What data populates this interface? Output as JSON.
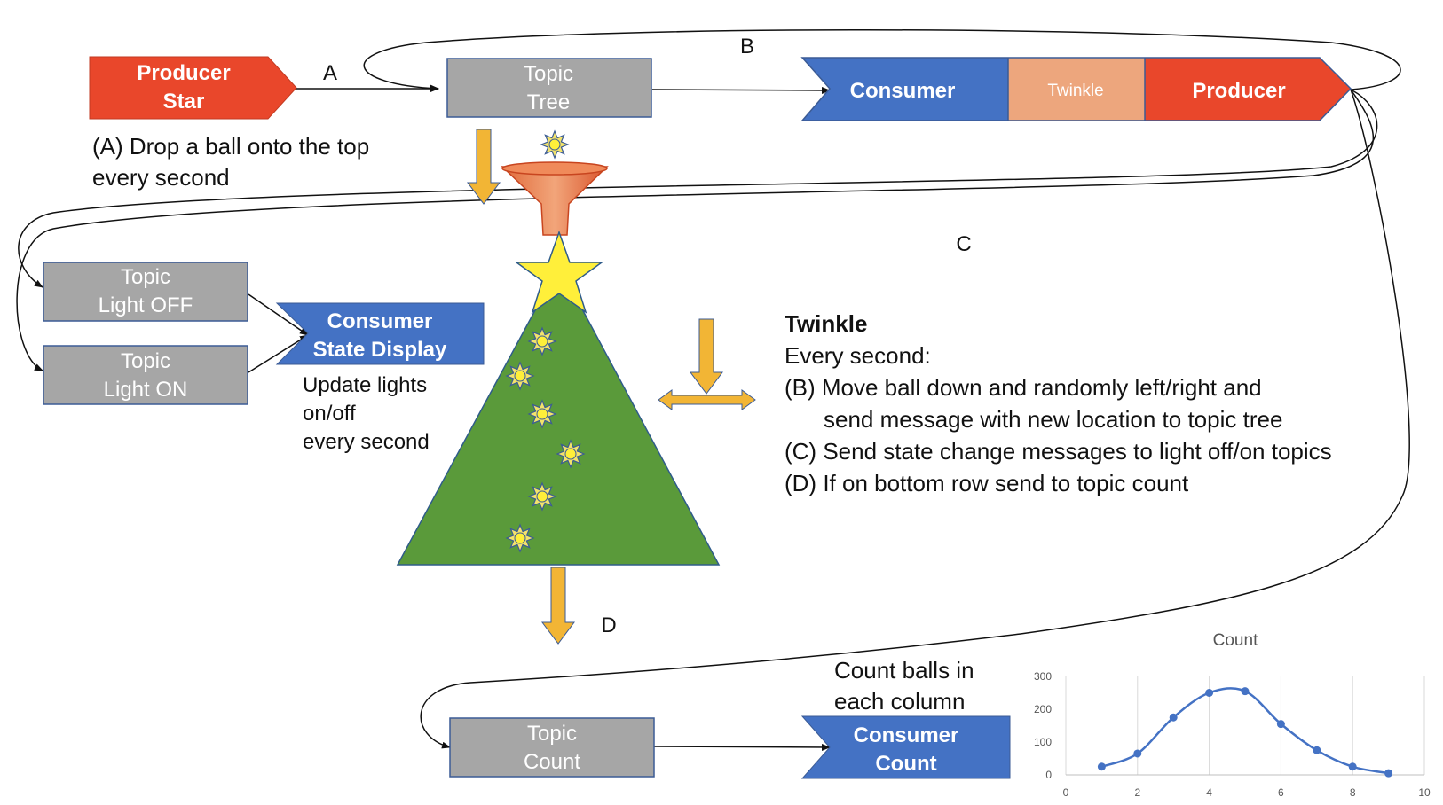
{
  "producer_star": {
    "line1": "Producer",
    "line2": "Star"
  },
  "topic_tree": {
    "line1": "Topic",
    "line2": "Tree"
  },
  "twinkle_service": {
    "consumer": "Consumer",
    "twinkle": "Twinkle",
    "producer": "Producer"
  },
  "topic_light_off": {
    "line1": "Topic",
    "line2": "Light OFF"
  },
  "topic_light_on": {
    "line1": "Topic",
    "line2": "Light ON"
  },
  "consumer_state_display": {
    "line1": "Consumer",
    "line2": "State Display"
  },
  "topic_count": {
    "line1": "Topic",
    "line2": "Count"
  },
  "consumer_count": {
    "line1": "Consumer",
    "line2": "Count"
  },
  "labels": {
    "a": "A",
    "b": "B",
    "c": "C",
    "d": "D"
  },
  "note_a": {
    "line1": "(A) Drop a ball onto the top",
    "line2": "every second"
  },
  "note_update": {
    "line1": "Update lights",
    "line2": "on/off",
    "line3": "every second"
  },
  "note_count": {
    "line1": "Count balls in",
    "line2": "each column"
  },
  "twinkle_text": {
    "heading": "Twinkle",
    "line1": "Every second:",
    "line2": "(B) Move ball down and randomly left/right and",
    "line3": "send message with new location to topic tree",
    "line4": "(C) Send state change messages to light off/on topics",
    "line5": "(D) If on bottom row send to topic count"
  },
  "colors": {
    "producer": "#e9472b",
    "consumer": "#4472c4",
    "topic": "#a6a6a6",
    "twinkle": "#eda67d",
    "tree": "#5a9a3a",
    "star": "#ffef3a",
    "arrow": "#f2b535",
    "chart_line": "#4472c4"
  },
  "icons": {
    "light": "sun-light-icon",
    "star": "star-icon",
    "funnel": "funnel-icon"
  },
  "chart_data": {
    "type": "line",
    "title": "Count",
    "x": [
      1,
      2,
      3,
      4,
      5,
      6,
      7,
      8,
      9
    ],
    "series": [
      {
        "values": [
          25,
          65,
          175,
          250,
          255,
          155,
          75,
          25,
          5
        ]
      }
    ],
    "xlim": [
      0,
      10
    ],
    "ylim": [
      0,
      300
    ],
    "x_ticks": [
      "0",
      "2",
      "4",
      "6",
      "8",
      "10"
    ],
    "y_ticks": [
      "0",
      "100",
      "200",
      "300"
    ],
    "smooth": true,
    "grid": "vertical"
  }
}
